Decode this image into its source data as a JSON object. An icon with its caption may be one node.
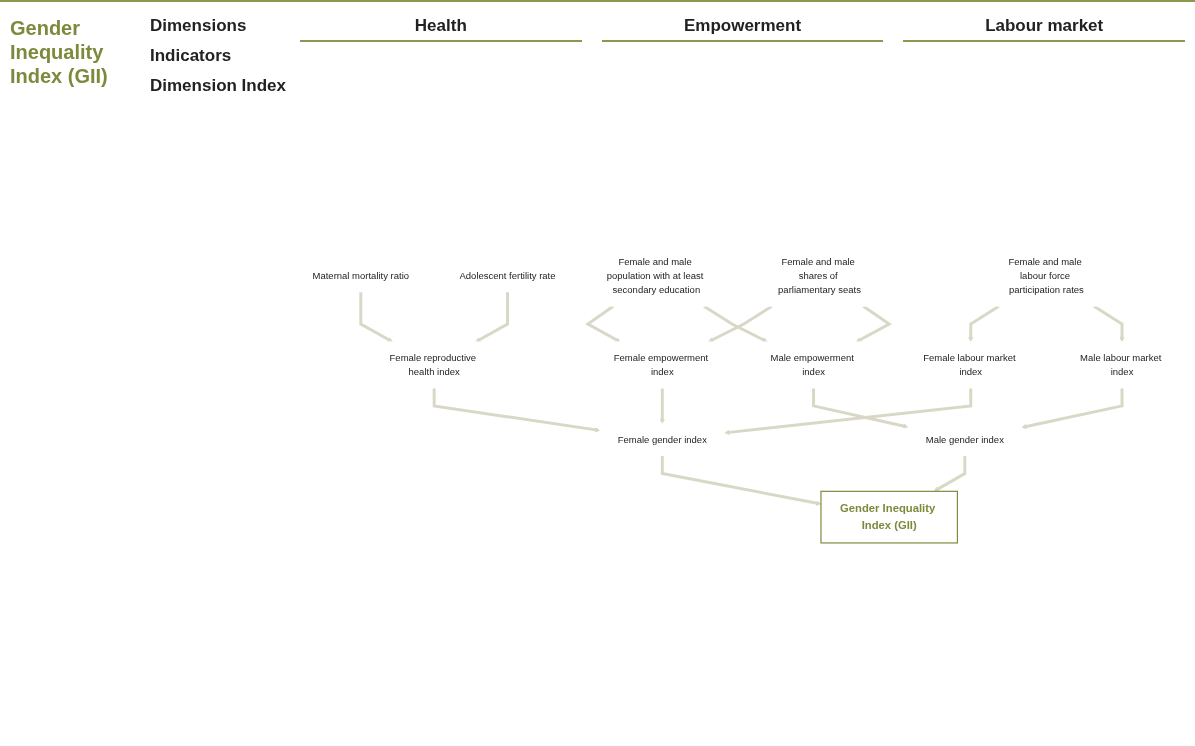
{
  "diagram": {
    "title": "Gender Inequality Index (GII)",
    "nodes": [
      {
        "text": [
          "Maternal mortality ratio"
        ]
      },
      {
        "text": [
          "Adolescent fertility rate"
        ]
      },
      {
        "text": [
          "Female and male population with at least secondary education"
        ]
      },
      {
        "text": [
          "Female and male shares of parliamentary seats"
        ]
      },
      {
        "text": [
          "Female and male labour force participation rates"
        ]
      },
      {
        "text": [
          "Female reproductive health index"
        ]
      },
      {
        "text": [
          "Female empowerment index"
        ]
      },
      {
        "text": [
          "Female labour market index"
        ]
      },
      {
        "text": [
          "Male empowerment index"
        ]
      },
      {
        "text": [
          "Male labour market index"
        ]
      },
      {
        "text": [
          "Female gender index"
        ]
      },
      {
        "text": [
          "Male gender index"
        ]
      },
      {
        "text": [
          "Gender Inequality Index (GII)"
        ]
      }
    ],
    "edges": [
      {
        "from": 0,
        "to": 5,
        "arrow": "to"
      },
      {
        "from": 1,
        "to": 5,
        "arrow": "to"
      },
      {
        "from": 2,
        "to": 6,
        "arrow": "to"
      },
      {
        "from": 3,
        "to": 6,
        "arrow": "to"
      },
      {
        "from": 2,
        "to": 8,
        "arrow": "to"
      },
      {
        "from": 3,
        "to": 8,
        "arrow": "to"
      },
      {
        "from": 4,
        "to": 7,
        "arrow": "to"
      },
      {
        "from": 4,
        "to": 9,
        "arrow": "to"
      },
      {
        "from": 5,
        "to": 10,
        "arrow": "to"
      },
      {
        "from": 6,
        "to": 10,
        "arrow": "to"
      },
      {
        "from": 7,
        "to": 10,
        "arrow": "to"
      },
      {
        "from": 8,
        "to": 11,
        "arrow": "to"
      },
      {
        "from": 9,
        "to": 11,
        "arrow": "to"
      },
      {
        "from": 10,
        "to": 12,
        "arrow": "to"
      },
      {
        "from": 11,
        "to": 12,
        "arrow": "to"
      }
    ],
    "labels": [
      "Dimensions",
      "Health",
      "Empowerment",
      "Labour market",
      "Indicators",
      "Dimension Index"
    ]
  }
}
